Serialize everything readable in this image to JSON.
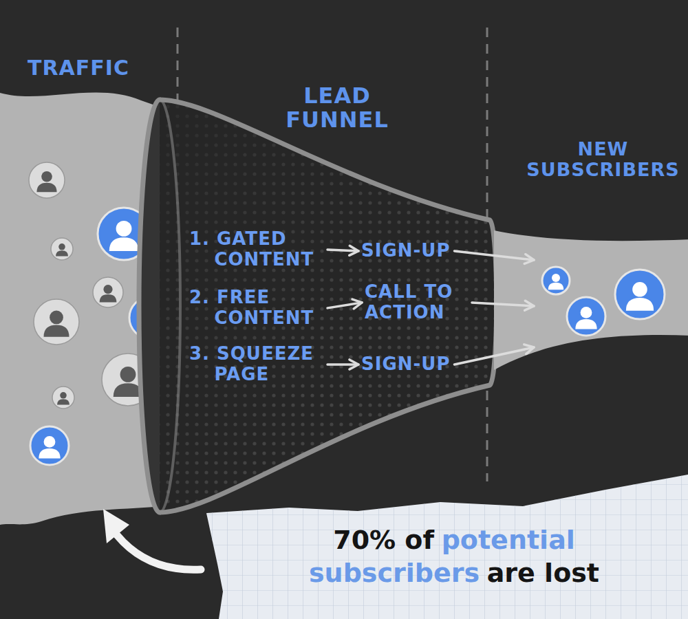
{
  "diagram": {
    "nodes": [
      {
        "text": [
          "TRAFFIC"
        ]
      },
      {
        "text": [
          "LEAD FUNNEL"
        ]
      },
      {
        "text": [
          "1. GATED CONTENT"
        ],
        "in": 1
      },
      {
        "text": [
          "SIGN-UP"
        ],
        "in": 1
      },
      {
        "text": [
          "2. FREE CONTENT"
        ],
        "in": 1
      },
      {
        "text": [
          "CALL TO ACTION"
        ],
        "in": 1
      },
      {
        "text": [
          "3. SQUEEZE PAGE"
        ],
        "in": 1
      },
      {
        "text": [
          "SIGN-UP"
        ],
        "in": 1
      },
      {
        "text": [
          "NEW SUBSCRIBERS"
        ]
      }
    ],
    "edges": [
      {
        "from": 2,
        "to": 3,
        "arrow": "to"
      },
      {
        "from": 4,
        "to": 5,
        "arrow": "to"
      },
      {
        "from": 6,
        "to": 7,
        "arrow": "to"
      },
      {
        "from": 3,
        "to": 8,
        "arrow": "to"
      },
      {
        "from": 5,
        "to": 8,
        "arrow": "to"
      },
      {
        "from": 7,
        "to": 8,
        "arrow": "to"
      }
    ],
    "labels": [
      "70% of",
      "potential",
      "subscribers",
      "are lost"
    ]
  }
}
